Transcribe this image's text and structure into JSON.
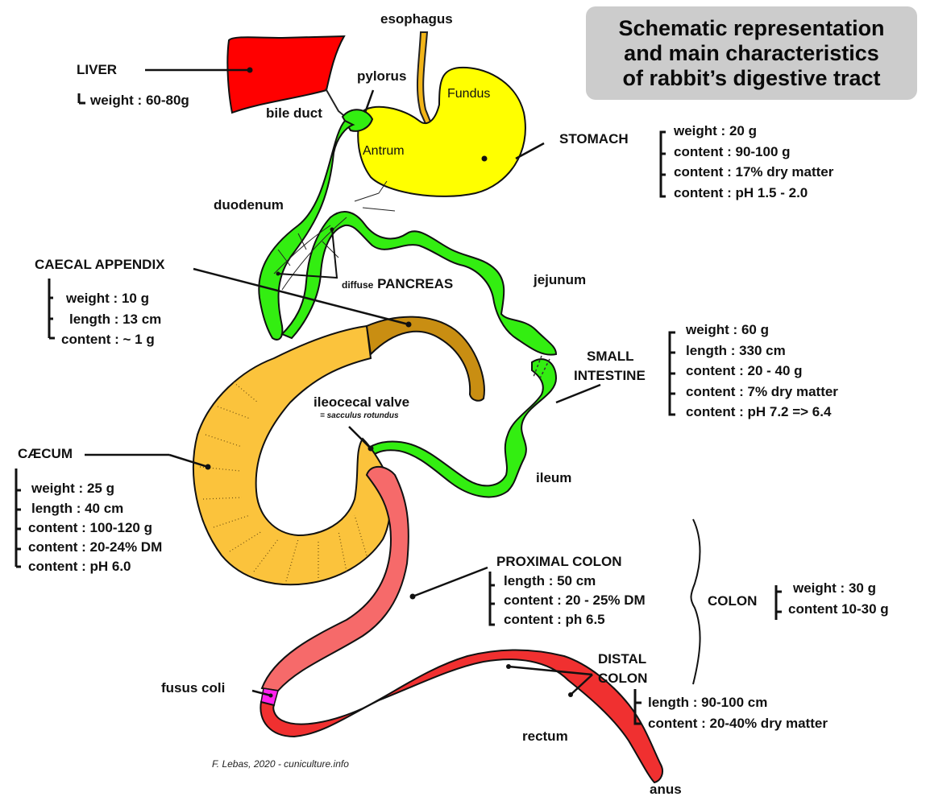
{
  "title": {
    "lines": [
      "Schematic representation",
      "and main characteristics",
      "of rabbit’s digestive tract"
    ],
    "background": "#cccccc"
  },
  "colors": {
    "liver": "#ff0000",
    "stomach": "#ffff00",
    "small_intestine": "#33ee11",
    "esophagus": "#f2b518",
    "caecum": "#fbc33c",
    "appendix": "#c98e12",
    "proximal_colon": "#f66a6a",
    "distal_colon": "#f03030",
    "fusus_coli": "#ff22ee"
  },
  "labels": {
    "esophagus": "esophagus",
    "pylorus": "pylorus",
    "bile_duct": "bile duct",
    "fundus": "Fundus",
    "antrum": "Antrum",
    "duodenum": "duodenum",
    "pancreas_prefix": "diffuse",
    "pancreas": "PANCREAS",
    "jejunum": "jejunum",
    "ileocecal_valve": "ileocecal valve",
    "sacculus": "= sacculus rotundus",
    "ileum": "ileum",
    "fusus_coli": "fusus coli",
    "rectum": "rectum",
    "anus": "anus"
  },
  "organs": {
    "liver": {
      "name": "LIVER",
      "stats": [
        "weight : 60-80g"
      ]
    },
    "stomach": {
      "name": "STOMACH",
      "stats": [
        "weight : 20 g",
        "content : 90-100 g",
        "content : 17% dry matter",
        "content : pH 1.5 - 2.0"
      ]
    },
    "caecal_appendix": {
      "name": "CAECAL APPENDIX",
      "stats": [
        "weight : 10 g",
        "length : 13 cm",
        "content : ~ 1 g"
      ]
    },
    "small_intestine": {
      "name_lines": [
        "SMALL",
        "INTESTINE"
      ],
      "stats": [
        "weight : 60 g",
        "length : 330 cm",
        "content : 20 - 40 g",
        "content : 7% dry matter",
        "content :  pH 7.2 => 6.4"
      ]
    },
    "caecum": {
      "name": "CÆCUM",
      "stats": [
        "weight : 25 g",
        "length : 40 cm",
        "content : 100-120 g",
        "content : 20-24% DM",
        "content : pH 6.0"
      ]
    },
    "proximal_colon": {
      "name": "PROXIMAL COLON",
      "stats": [
        "length : 50 cm",
        "content : 20 - 25% DM",
        "content : ph 6.5"
      ]
    },
    "colon": {
      "name": "COLON",
      "stats": [
        "weight : 30 g",
        "content 10-30 g"
      ]
    },
    "distal_colon": {
      "name_lines": [
        "DISTAL",
        "COLON"
      ],
      "stats": [
        "length : 90-100 cm",
        "content : 20-40% dry matter"
      ]
    }
  },
  "credit": "F. Lebas, 2020 - cuniculture.info"
}
